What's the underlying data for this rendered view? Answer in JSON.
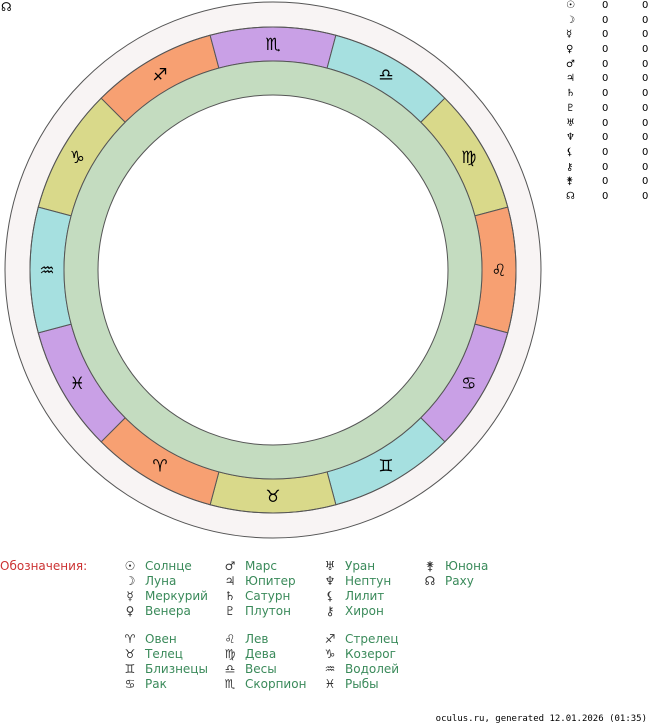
{
  "corner_symbol": "☊",
  "planets_table": [
    {
      "glyph": "☉",
      "a": "0",
      "b": "0"
    },
    {
      "glyph": "☽",
      "a": "0",
      "b": "0"
    },
    {
      "glyph": "☿",
      "a": "0",
      "b": "0"
    },
    {
      "glyph": "♀",
      "a": "0",
      "b": "0"
    },
    {
      "glyph": "♂",
      "a": "0",
      "b": "0"
    },
    {
      "glyph": "♃",
      "a": "0",
      "b": "0"
    },
    {
      "glyph": "♄",
      "a": "0",
      "b": "0"
    },
    {
      "glyph": "♇",
      "a": "0",
      "b": "0"
    },
    {
      "glyph": "♅",
      "a": "0",
      "b": "0"
    },
    {
      "glyph": "♆",
      "a": "0",
      "b": "0"
    },
    {
      "glyph": "⚸",
      "a": "0",
      "b": "0"
    },
    {
      "glyph": "⚷",
      "a": "0",
      "b": "0"
    },
    {
      "glyph": "⚵",
      "a": "0",
      "b": "0"
    },
    {
      "glyph": "☊",
      "a": "0",
      "b": "0"
    }
  ],
  "zodiac_wheel": [
    {
      "glyph": "♑",
      "color": "#d9d98a"
    },
    {
      "glyph": "♐",
      "color": "#f7a072"
    },
    {
      "glyph": "♏",
      "color": "#c9a0e6"
    },
    {
      "glyph": "♎",
      "color": "#a6e0e0"
    },
    {
      "glyph": "♍",
      "color": "#d9d98a"
    },
    {
      "glyph": "♌",
      "color": "#f7a072"
    },
    {
      "glyph": "♋",
      "color": "#c9a0e6"
    },
    {
      "glyph": "♊",
      "color": "#a6e0e0"
    },
    {
      "glyph": "♉",
      "color": "#d9d98a"
    },
    {
      "glyph": "♈",
      "color": "#f7a072"
    },
    {
      "glyph": "♓",
      "color": "#c9a0e6"
    },
    {
      "glyph": "♒",
      "color": "#a6e0e0"
    }
  ],
  "colors": {
    "outer_ring": "#f8f4f4",
    "inner_ring": "#c4dcc0",
    "legend_title": "#cc3333",
    "legend_text": "#3a8a5a"
  },
  "legend": {
    "title": "Обозначения:",
    "planets": [
      {
        "glyph": "☉",
        "label": "Солнце"
      },
      {
        "glyph": "☽",
        "label": "Луна"
      },
      {
        "glyph": "☿",
        "label": "Меркурий"
      },
      {
        "glyph": "♀",
        "label": "Венера"
      },
      {
        "glyph": "♂",
        "label": "Марс"
      },
      {
        "glyph": "♃",
        "label": "Юпитер"
      },
      {
        "glyph": "♄",
        "label": "Сатурн"
      },
      {
        "glyph": "♇",
        "label": "Плутон"
      },
      {
        "glyph": "♅",
        "label": "Уран"
      },
      {
        "glyph": "♆",
        "label": "Нептун"
      },
      {
        "glyph": "⚸",
        "label": "Лилит"
      },
      {
        "glyph": "⚷",
        "label": "Хирон"
      },
      {
        "glyph": "⚵",
        "label": "Юнона"
      },
      {
        "glyph": "☊",
        "label": "Раху"
      }
    ],
    "signs": [
      {
        "glyph": "♈",
        "label": "Овен"
      },
      {
        "glyph": "♉",
        "label": "Телец"
      },
      {
        "glyph": "♊",
        "label": "Близнецы"
      },
      {
        "glyph": "♋",
        "label": "Рак"
      },
      {
        "glyph": "♌",
        "label": "Лев"
      },
      {
        "glyph": "♍",
        "label": "Дева"
      },
      {
        "glyph": "♎",
        "label": "Весы"
      },
      {
        "glyph": "♏",
        "label": "Скорпион"
      },
      {
        "glyph": "♐",
        "label": "Стрелец"
      },
      {
        "glyph": "♑",
        "label": "Козерог"
      },
      {
        "glyph": "♒",
        "label": "Водолей"
      },
      {
        "glyph": "♓",
        "label": "Рыбы"
      }
    ]
  },
  "footer": "oculus.ru, generated 12.01.2026 (01:35)"
}
